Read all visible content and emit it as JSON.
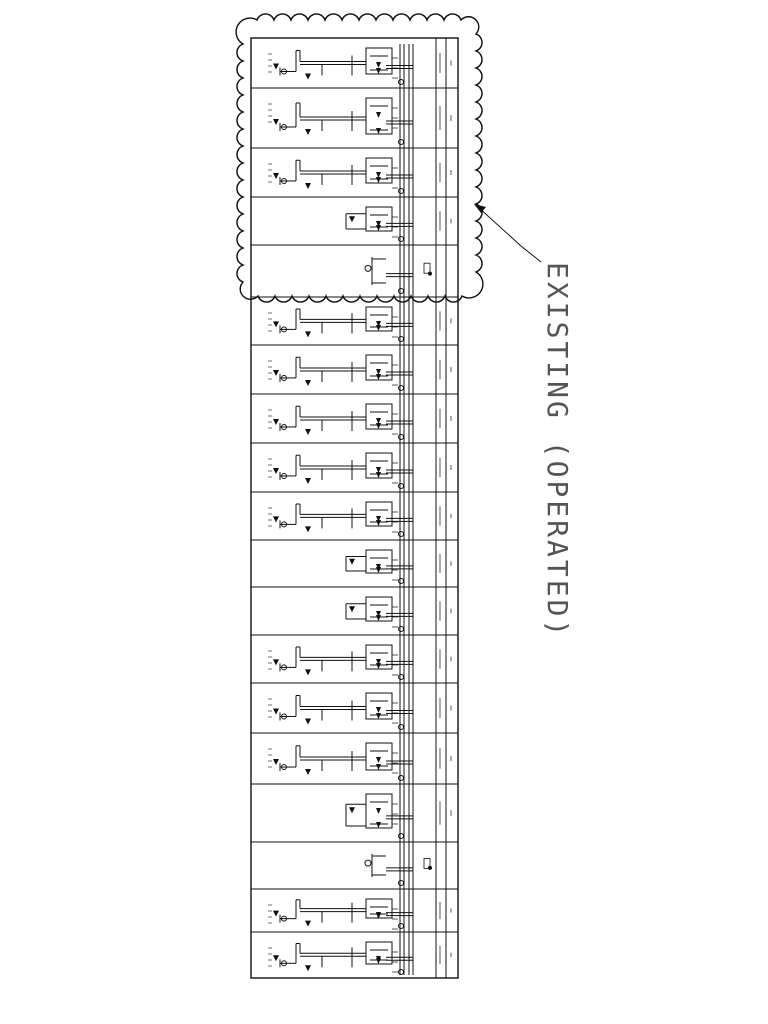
{
  "callout": {
    "label": "EXISTING (OPERATED)"
  },
  "colors": {
    "line": "#111111",
    "cloud": "#111111",
    "callout_text": "#555555",
    "background": "#ffffff"
  },
  "rows": [
    {
      "id": 1
    },
    {
      "id": 2
    },
    {
      "id": 3
    },
    {
      "id": 4
    },
    {
      "id": 5
    },
    {
      "id": 6
    },
    {
      "id": 7
    },
    {
      "id": 8
    },
    {
      "id": 9
    },
    {
      "id": 10
    },
    {
      "id": 11
    },
    {
      "id": 12
    },
    {
      "id": 13
    },
    {
      "id": 14
    },
    {
      "id": 15
    },
    {
      "id": 16
    },
    {
      "id": 17
    },
    {
      "id": 18
    },
    {
      "id": 19
    }
  ]
}
